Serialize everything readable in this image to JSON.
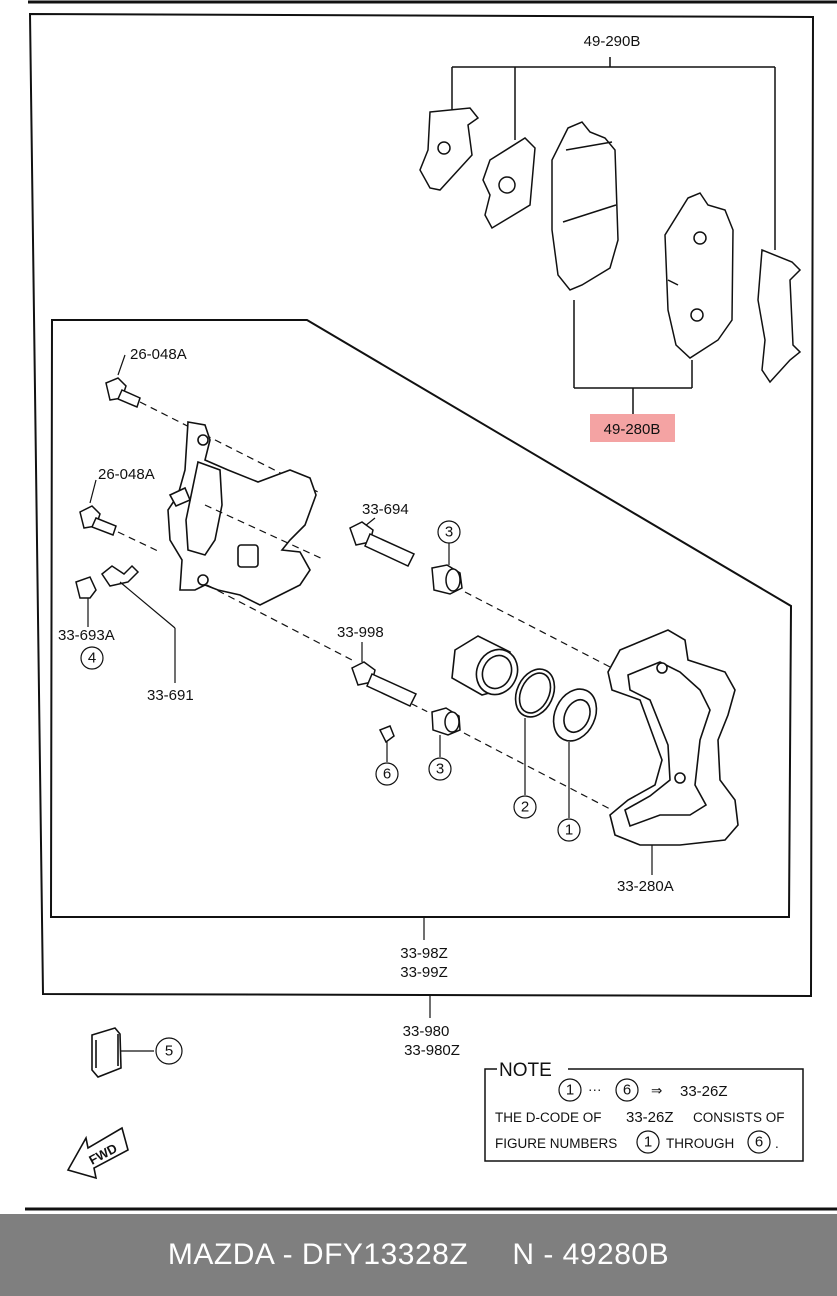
{
  "parts": {
    "pad_hardware": "49-290B",
    "pad_set": "49-280B",
    "bolt_upper": "26-048A",
    "bolt_lower": "26-048A",
    "guide_pin_upper": "33-694",
    "guide_pin_lower": "33-998",
    "bleeder_cap": "33-693A",
    "bleeder_screw": "33-691",
    "caliper_bracket": "33-280A",
    "caliper_assy_1": "33-98Z",
    "caliper_assy_2": "33-99Z",
    "caliper_complete_1": "33-980",
    "caliper_complete_2": "33-980Z"
  },
  "callouts": {
    "c1": "1",
    "c2": "2",
    "c3a": "3",
    "c3b": "3",
    "c4": "4",
    "c5": "5",
    "c6": "6"
  },
  "note": {
    "title": "NOTE",
    "line1_from": "1",
    "line1_dots": "···",
    "line1_to": "6",
    "line1_arrow": "⇒",
    "line1_code": "33-26Z",
    "line2_a": "THE D-CODE OF",
    "line2_code": "33-26Z",
    "line2_b": "CONSISTS OF",
    "line3_a": "FIGURE NUMBERS",
    "line3_n1": "1",
    "line3_b": "THROUGH",
    "line3_n2": "6",
    "line3_c": "."
  },
  "fwd_label": "FWD",
  "highlight_color": "#f4a3a3",
  "footer": {
    "text": "MAZDA - DFY13328Z     N - 49280B"
  }
}
